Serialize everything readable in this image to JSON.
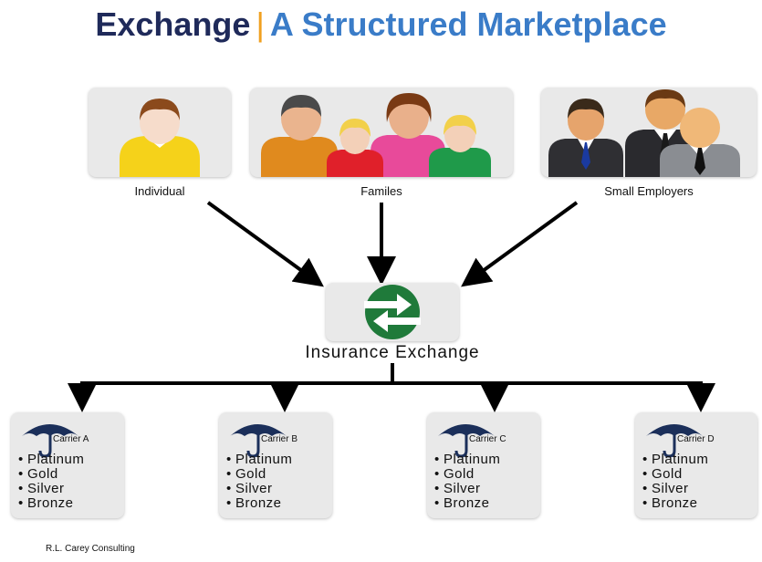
{
  "title": {
    "main": "Exchange",
    "separator": "|",
    "sub": "A Structured Marketplace"
  },
  "sources": [
    {
      "label": "Individual"
    },
    {
      "label": "Familes"
    },
    {
      "label": "Small Employers"
    }
  ],
  "exchange": {
    "label": "Insurance Exchange"
  },
  "carriers": [
    {
      "name": "Carrier A",
      "tiers": [
        "Platinum",
        "Gold",
        "Silver",
        "Bronze"
      ]
    },
    {
      "name": "Carrier B",
      "tiers": [
        "Platinum",
        "Gold",
        "Silver",
        "Bronze"
      ]
    },
    {
      "name": "Carrier C",
      "tiers": [
        "Platinum",
        "Gold",
        "Silver",
        "Bronze"
      ]
    },
    {
      "name": "Carrier D",
      "tiers": [
        "Platinum",
        "Gold",
        "Silver",
        "Bronze"
      ]
    }
  ],
  "footer": "R.L. Carey Consulting",
  "colors": {
    "title_dark": "#1f2a5a",
    "title_blue": "#3a7cc8",
    "separator": "#f0a020",
    "exchange_green": "#1f7a3a",
    "umbrella": "#1b2f5a"
  }
}
